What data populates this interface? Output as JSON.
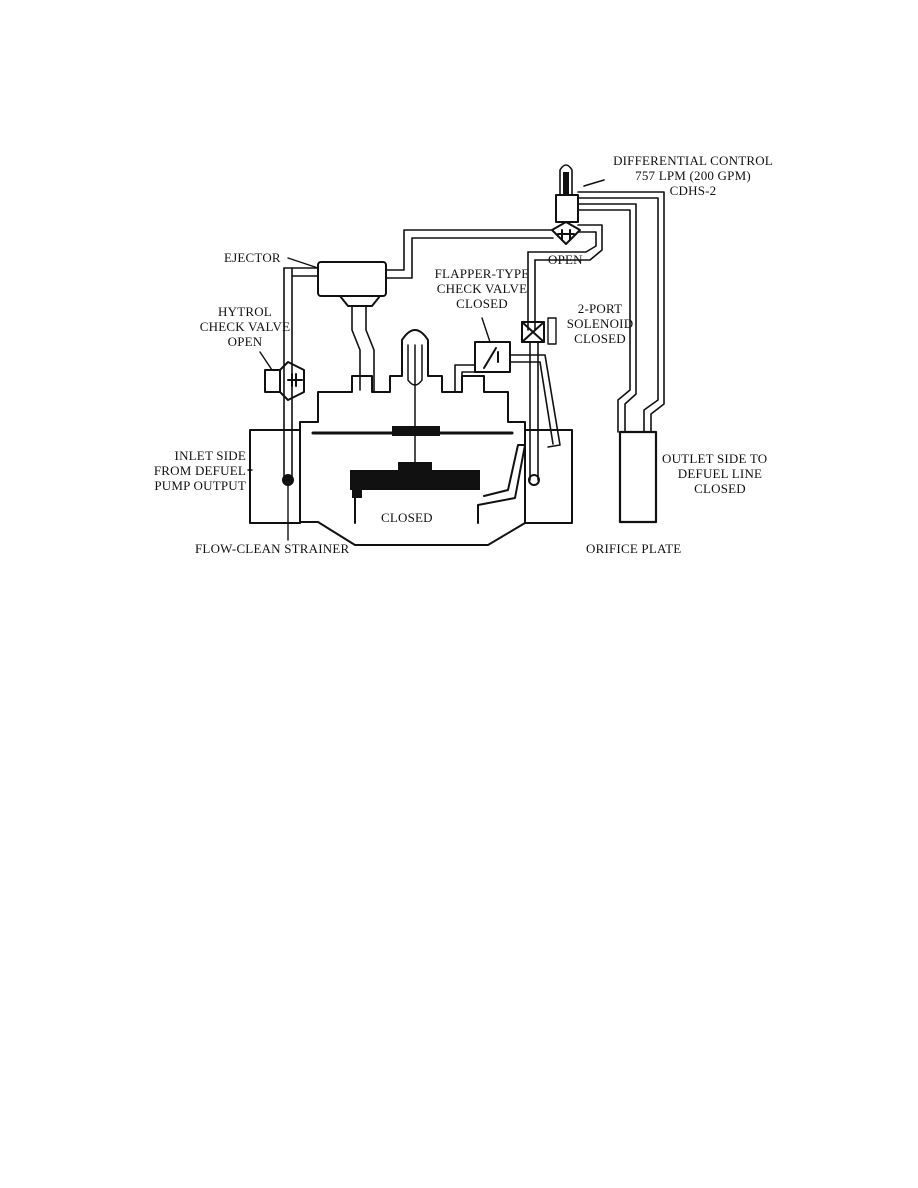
{
  "labels": {
    "differential_control": [
      "DIFFERENTIAL CONTROL",
      "757 LPM (200 GPM)",
      "CDHS-2"
    ],
    "differential_state": "OPEN",
    "ejector": "EJECTOR",
    "flapper_check_valve": [
      "FLAPPER-TYPE",
      "CHECK VALVE",
      "CLOSED"
    ],
    "solenoid": [
      "2-PORT",
      "SOLENOID",
      "CLOSED"
    ],
    "hytrol_check_valve": [
      "HYTROL",
      "CHECK VALVE",
      "OPEN"
    ],
    "inlet_side": [
      "INLET SIDE",
      "FROM DEFUEL",
      "PUMP OUTPUT"
    ],
    "main_valve_state": "CLOSED",
    "outlet_side": [
      "OUTLET SIDE TO",
      "DEFUEL LINE",
      "CLOSED"
    ],
    "flow_clean_strainer": "FLOW-CLEAN STRAINER",
    "orifice_plate": "ORIFICE PLATE"
  }
}
